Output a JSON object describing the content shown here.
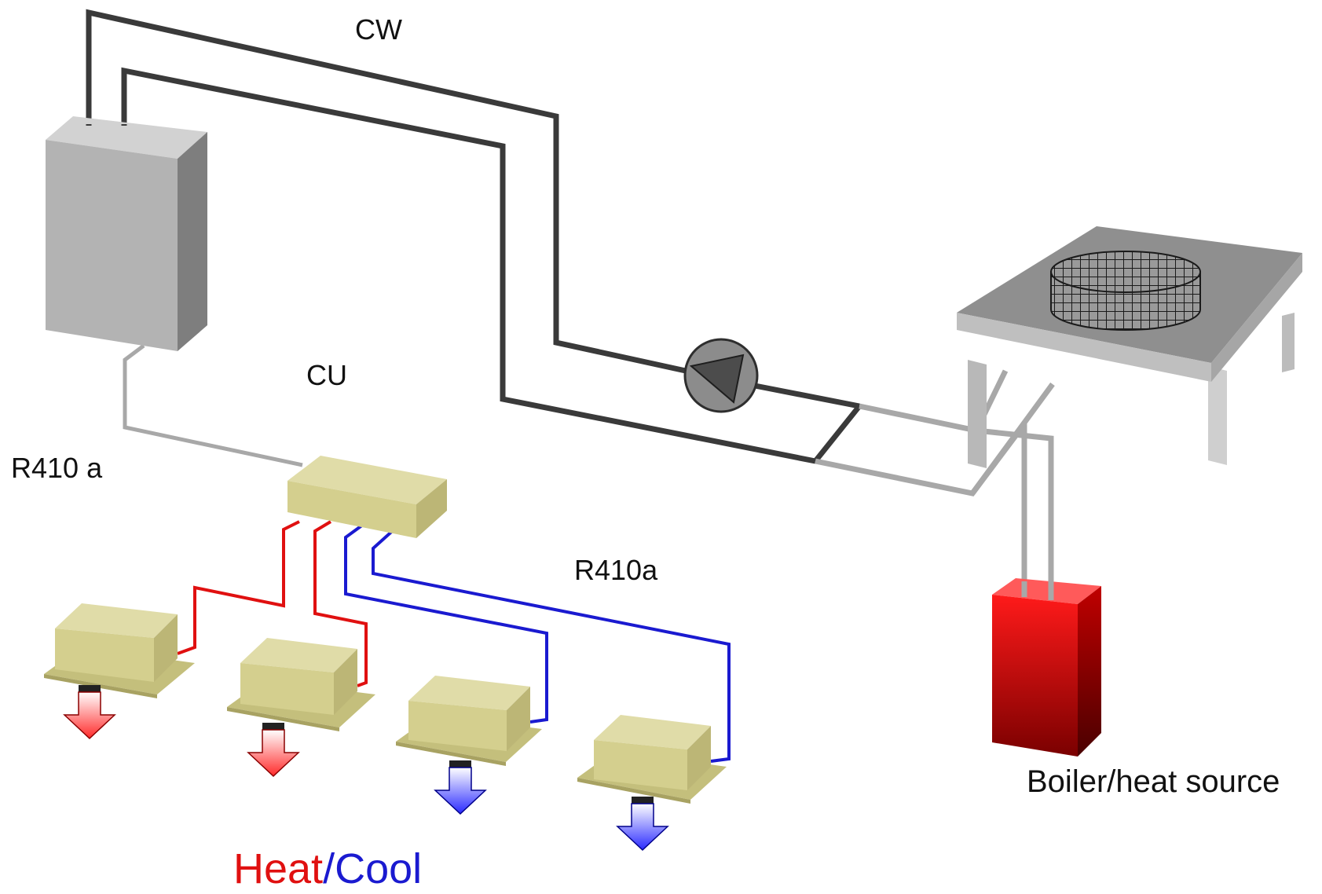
{
  "labels": {
    "cw": "CW",
    "cu": "CU",
    "r410a_left": "R410 a",
    "r410a_right": "R410a",
    "boiler": "Boiler/heat source",
    "heat": "Heat",
    "slash": "/",
    "cool": "Cool"
  },
  "colors": {
    "heat": "#e01010",
    "cool": "#1a1ad0",
    "water_pipe": "#3a3a3a",
    "hp_unit": "#b3b3b3",
    "indoor_unit": "#d8d49a",
    "boiler": "#e00000",
    "text": "#111111"
  },
  "icons": {
    "pump": "pump-icon",
    "fan": "fan-grille-icon",
    "heat_arrow": "heat-arrow-down-icon",
    "cool_arrow": "cool-arrow-down-icon"
  }
}
